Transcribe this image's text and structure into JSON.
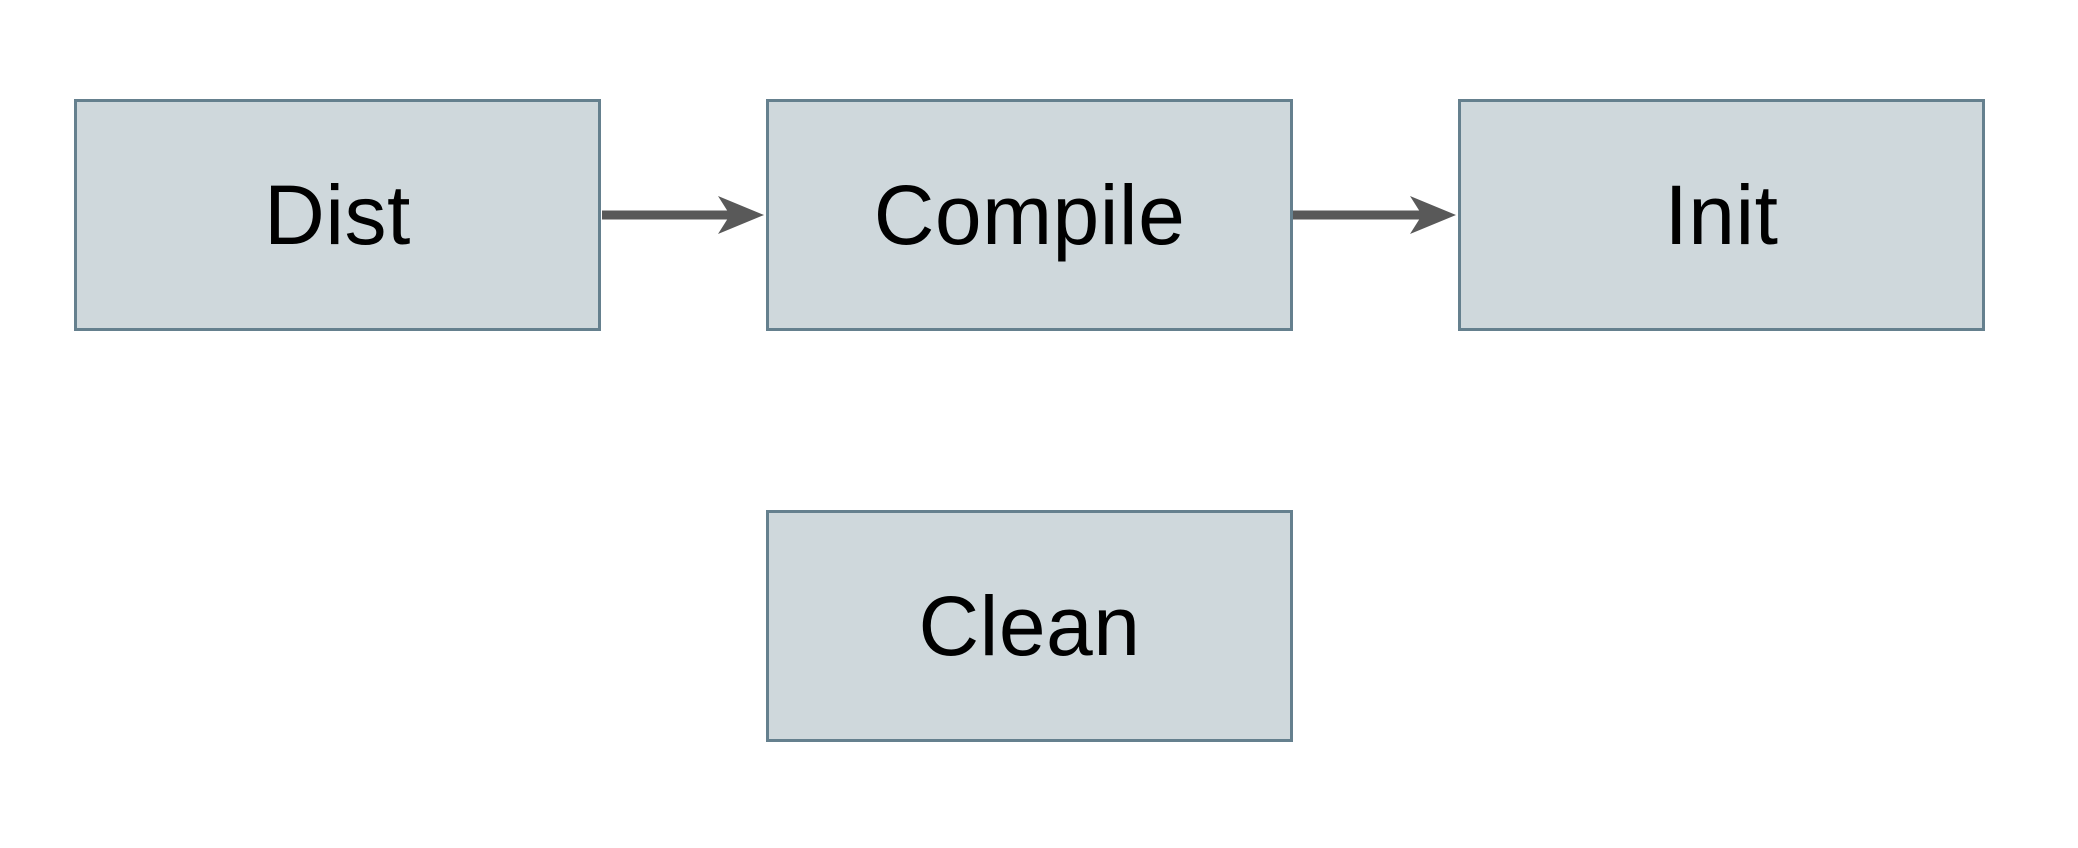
{
  "theme": {
    "background": "#ffffff",
    "node_fill": "#cfd8dc",
    "node_border": "#65808e",
    "arrow_color": "#595959",
    "text_color": "#000000"
  },
  "diagram": {
    "type": "flowchart",
    "nodes": [
      {
        "id": "dist",
        "label": "Dist"
      },
      {
        "id": "compile",
        "label": "Compile"
      },
      {
        "id": "init",
        "label": "Init"
      },
      {
        "id": "clean",
        "label": "Clean"
      }
    ],
    "edges": [
      {
        "from": "dist",
        "to": "compile",
        "style": "arrow-right"
      },
      {
        "from": "compile",
        "to": "init",
        "style": "arrow-right"
      }
    ]
  }
}
